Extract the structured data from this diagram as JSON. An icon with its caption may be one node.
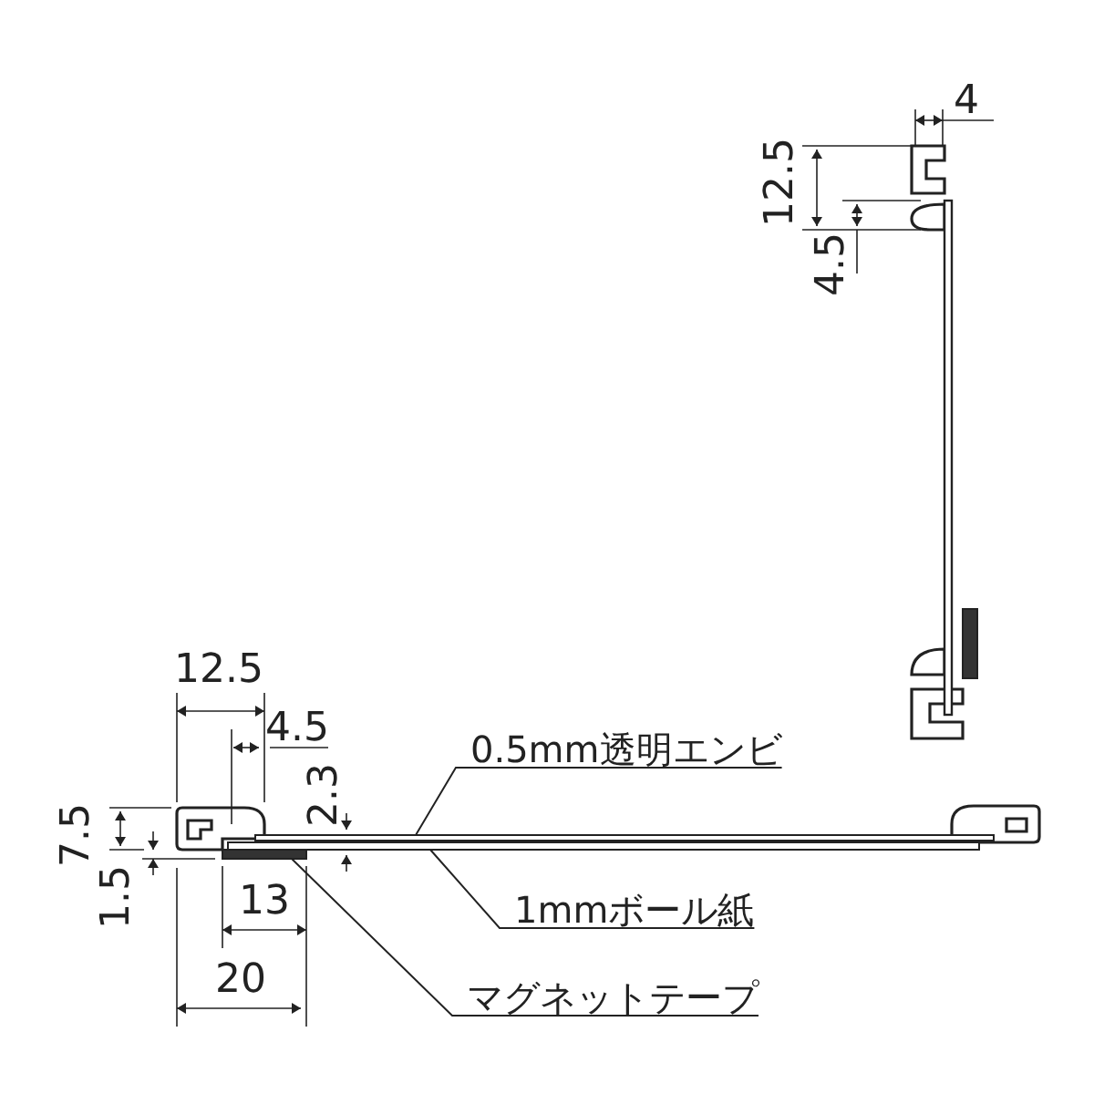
{
  "diagram": {
    "nodes": [
      {
        "text": [
          "0.5mm透明エンビ"
        ]
      },
      {
        "text": [
          "1mmボール紙"
        ]
      },
      {
        "text": [
          "マグネットテープ"
        ]
      },
      {
        "text": [],
        "shape": "bar"
      },
      {
        "text": [],
        "shape": "bar"
      },
      {
        "text": [],
        "shape": "bar"
      }
    ],
    "edges": [
      {
        "from": 0,
        "to": 3,
        "arrow": "none"
      },
      {
        "from": 1,
        "to": 4,
        "arrow": "none"
      },
      {
        "from": 2,
        "to": 5,
        "arrow": "none"
      }
    ],
    "labels": [
      "4",
      "12.5",
      "4.5",
      "12.5",
      "4.5",
      "2.3",
      "7.5",
      "1.5",
      "13",
      "20"
    ]
  }
}
